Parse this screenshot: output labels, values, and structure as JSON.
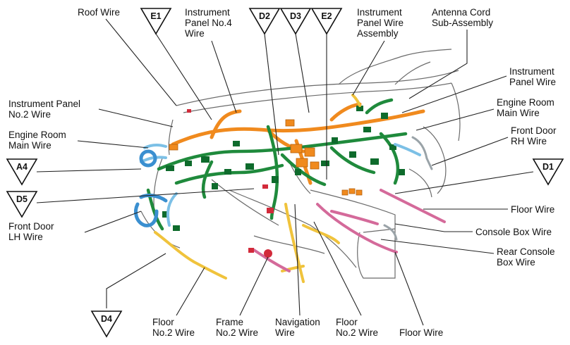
{
  "colors": {
    "orange": "#f08a1e",
    "green": "#1f8a3c",
    "dark_green": "#0e6b2c",
    "light_blue": "#7cc0e6",
    "blue": "#3a8fd0",
    "yellow": "#f0c33c",
    "pink": "#d46a9a",
    "red": "#d22a3a",
    "leader": "#222222",
    "body_line": "#555555"
  },
  "connectors": {
    "e1": "E1",
    "d2": "D2",
    "d3": "D3",
    "e2": "E2",
    "a4": "A4",
    "d5": "D5",
    "d1": "D1",
    "d4": "D4"
  },
  "labels": {
    "roof_wire": [
      "Roof Wire"
    ],
    "instrument_panel_no4": [
      "Instrument",
      "Panel No.4",
      "Wire"
    ],
    "instrument_panel_wire_assembly": [
      "Instrument",
      "Panel Wire",
      "Assembly"
    ],
    "antenna_cord": [
      "Antenna Cord",
      "Sub-Assembly"
    ],
    "instrument_panel_wire": [
      "Instrument",
      "Panel Wire"
    ],
    "instrument_panel_no2": [
      "Instrument Panel",
      "No.2 Wire"
    ],
    "engine_room_main_left": [
      "Engine Room",
      "Main Wire"
    ],
    "engine_room_main_right": [
      "Engine Room",
      "Main Wire"
    ],
    "front_door_rh": [
      "Front Door",
      "RH Wire"
    ],
    "floor_wire_right": [
      "Floor Wire"
    ],
    "console_box_wire": [
      "Console Box Wire"
    ],
    "rear_console_box": [
      "Rear Console",
      "Box Wire"
    ],
    "front_door_lh": [
      "Front Door",
      "LH Wire"
    ],
    "floor_no2_left": [
      "Floor",
      "No.2 Wire"
    ],
    "frame_no2": [
      "Frame",
      "No.2 Wire"
    ],
    "navigation_wire": [
      "Navigation",
      "Wire"
    ],
    "floor_no2_right": [
      "Floor",
      "No.2 Wire"
    ],
    "floor_wire_bottom": [
      "Floor Wire"
    ]
  }
}
